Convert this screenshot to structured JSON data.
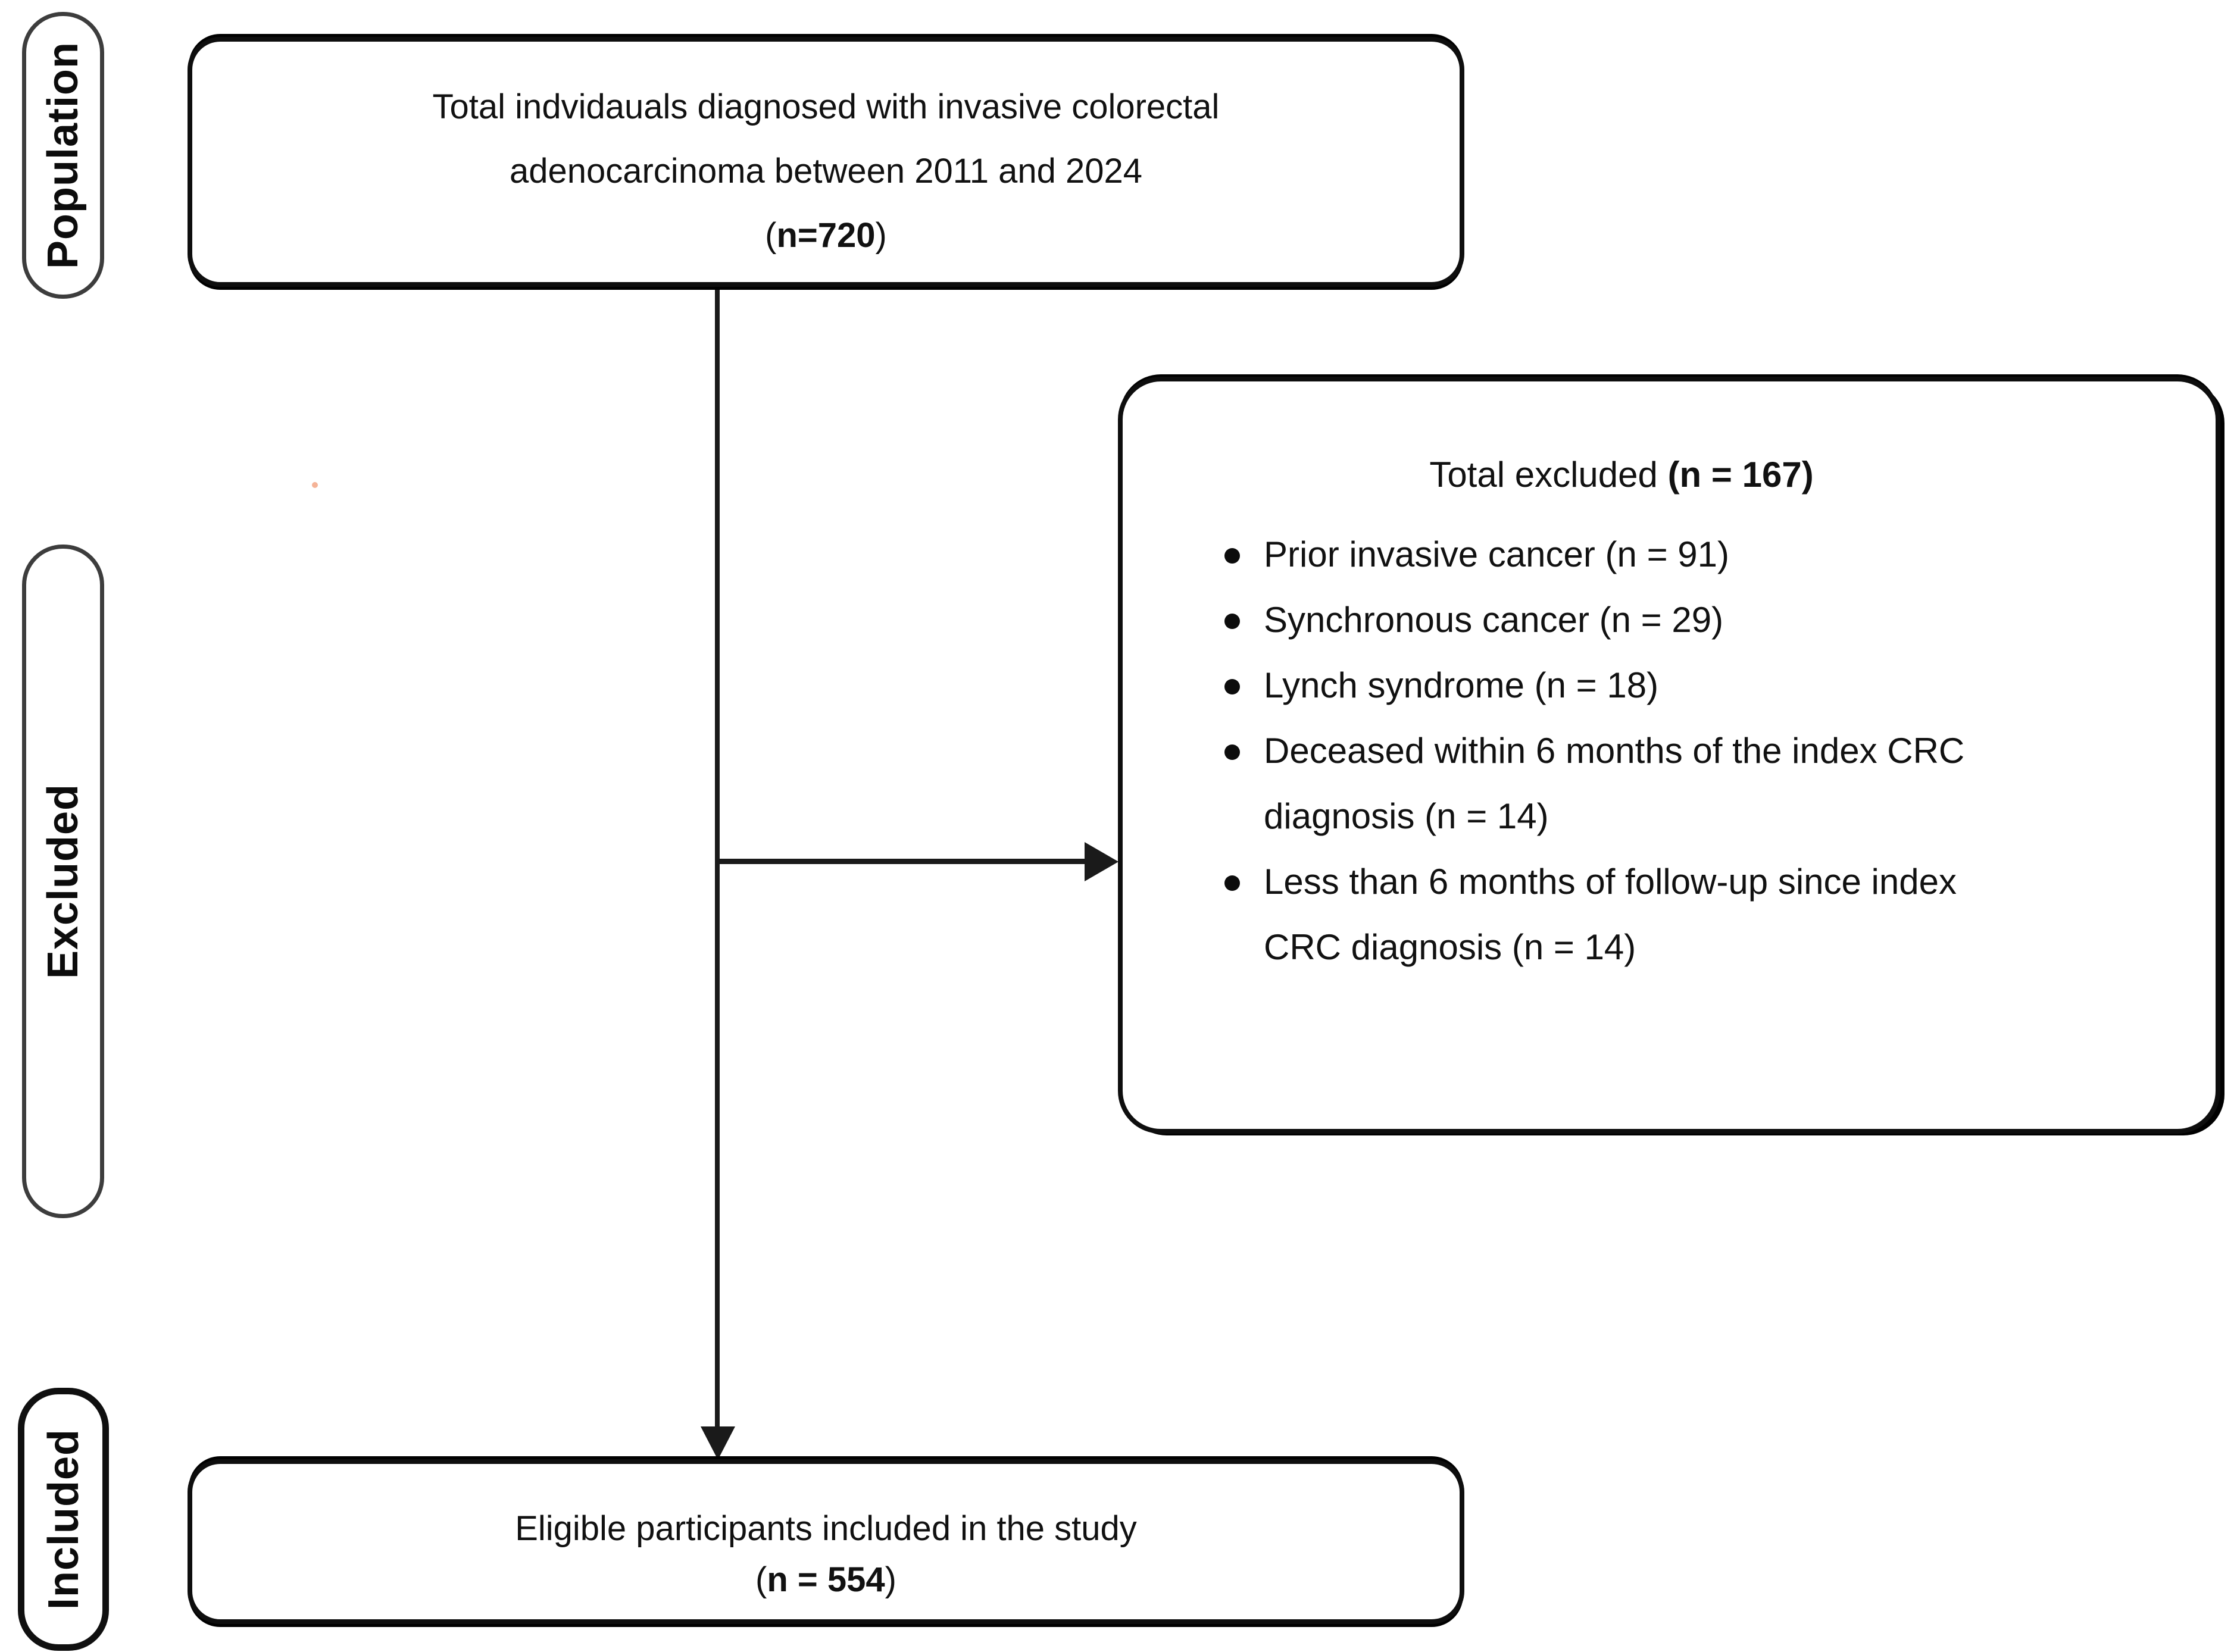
{
  "diagram": {
    "stage_labels": {
      "population": "Population",
      "excluded": "Excluded",
      "included": "Included"
    },
    "population_box": {
      "line1": "Total indvidauals diagnosed with invasive colorectal",
      "line2": "adenocarcinoma between 2011 and 2024",
      "count_open": "(",
      "count_bold": "n=720",
      "count_close": ")"
    },
    "excluded_box": {
      "title_text": "Total excluded ",
      "title_count_bold": "(n = 167)",
      "bullets": [
        "Prior invasive cancer (n = 91)",
        "Synchronous cancer (n = 29)",
        "Lynch syndrome (n = 18)",
        "Deceased within 6 months of the index CRC diagnosis (n = 14)",
        "Less than 6 months of follow-up since index CRC diagnosis (n = 14)"
      ]
    },
    "included_box": {
      "line1": "Eligible participants included in the study",
      "count_open": "(",
      "count_bold": "n = 554",
      "count_close": ")"
    },
    "colors": {
      "line_color": "#1a1a1a",
      "box_border": "#0e0e0e",
      "pill_border": "#3d3d3d",
      "included_pill_border": "#101010",
      "artifact_dot": "#f29a74"
    }
  }
}
